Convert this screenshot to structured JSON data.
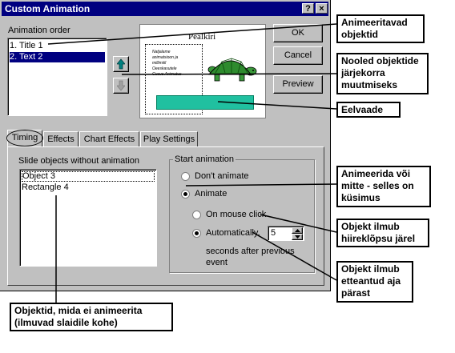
{
  "dialog": {
    "title": "Custom Animation",
    "help_glyph": "?",
    "close_glyph": "×",
    "order_label": "Animation order",
    "order_items": [
      "1. Title 1",
      "2. Text 2"
    ],
    "ok": "OK",
    "cancel": "Cancel",
    "preview": "Preview",
    "slide_preview": {
      "title": "Pealkiri",
      "text_lines": [
        "Natjalame",
        "animatsioon ja",
        "millimiiil",
        "Oeeskasutele",
        "Cucue Animatus"
      ]
    },
    "tabs": [
      "Timing",
      "Effects",
      "Chart Effects",
      "Play Settings"
    ],
    "slide_objects_label": "Slide objects without animation",
    "slide_objects": [
      "Object 3",
      "Rectangle 4"
    ],
    "start_animation_label": "Start animation",
    "dont_animate": "Don't animate",
    "animate": "Animate",
    "on_mouse_click": "On mouse click",
    "automatically": "Automatically,",
    "seconds_value": "5",
    "seconds_text_1": "seconds after previous",
    "seconds_text_2": "event"
  },
  "callouts": {
    "animated_objects": [
      "Animeeritavad",
      "objektid"
    ],
    "order_arrows": [
      "Nooled objektide",
      "järjekorra",
      "muutmiseks"
    ],
    "preview": [
      "Eelvaade"
    ],
    "animate_or_not": [
      "Animeerida või",
      "mitte - selles on",
      "küsimus"
    ],
    "on_click": [
      "Objekt ilmub",
      "hiireklõpsu järel"
    ],
    "after_time": [
      "Objekt ilmub",
      "etteantud aja",
      "pärast"
    ],
    "not_animated": [
      "Objektid, mida ei animeerita",
      "(ilmuvad slaidile kohe)"
    ]
  },
  "colors": {
    "titlebar": "#000080",
    "selection": "#000080",
    "dialog_bg": "#c0c0c0",
    "turtle_shell": "#2e8b2e",
    "preview_rect": "#20c0a0",
    "arrow_button": "#008080"
  }
}
